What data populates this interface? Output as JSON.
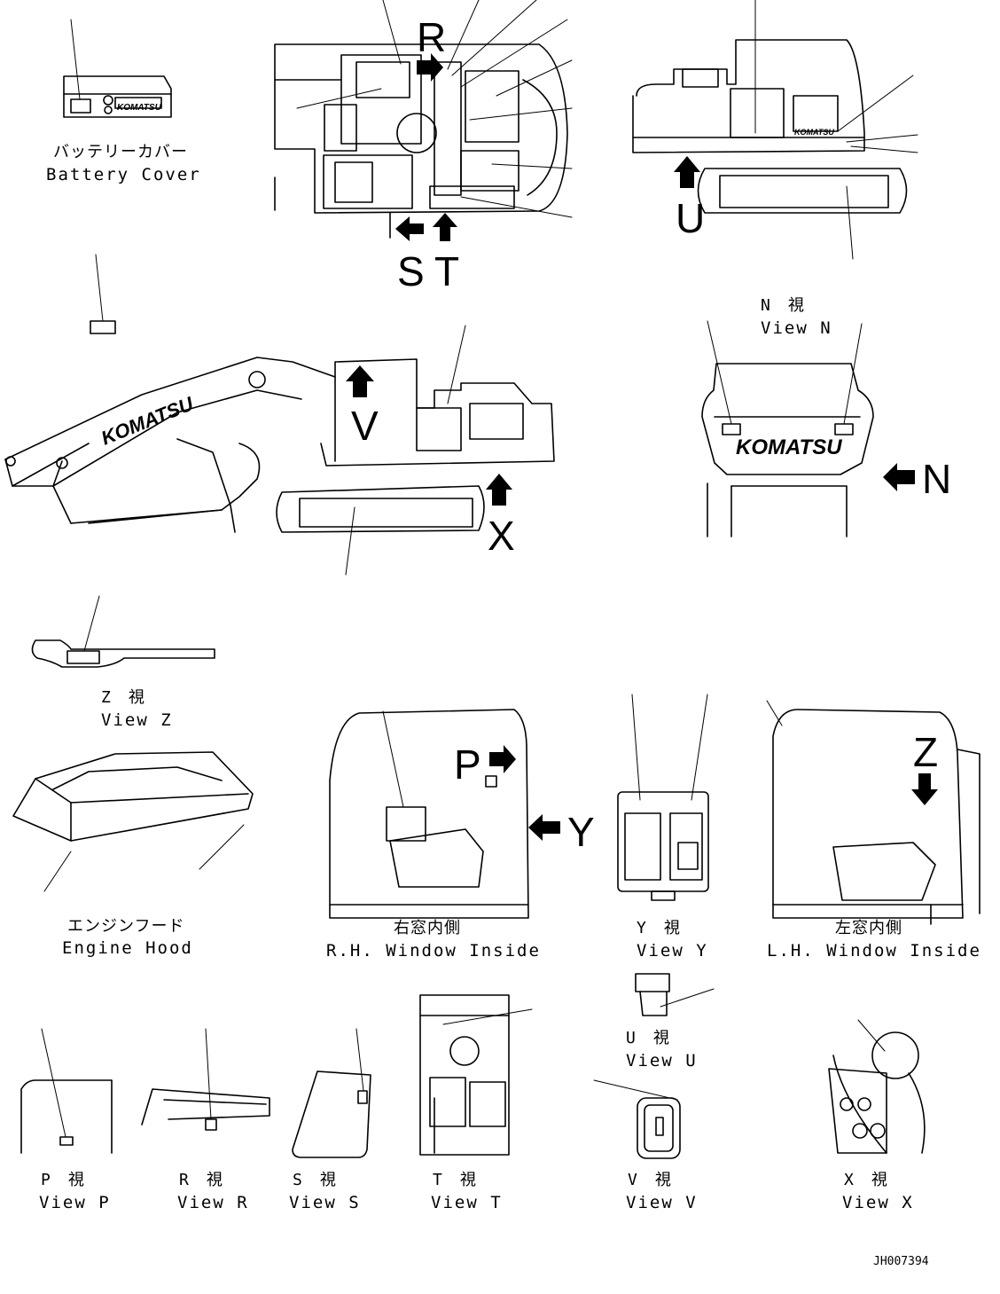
{
  "captions": {
    "battery_cover": {
      "jp": "バッテリーカバー",
      "en": "Battery Cover"
    },
    "view_n": {
      "jp": "N　視",
      "en": "View N"
    },
    "view_z": {
      "jp": "Z　視",
      "en": "View Z"
    },
    "engine_hood": {
      "jp": "エンジンフード",
      "en": "Engine Hood"
    },
    "rh_window": {
      "jp": "右窓内側",
      "en": "R.H.  Window  Inside"
    },
    "view_y": {
      "jp": "Y　視",
      "en": "View Y"
    },
    "lh_window": {
      "jp": "左窓内側",
      "en": "L.H.  Window  Inside"
    },
    "view_u": {
      "jp": "U　視",
      "en": "View U"
    },
    "view_p": {
      "jp": "P　視",
      "en": "View P"
    },
    "view_r": {
      "jp": "R　視",
      "en": "View R"
    },
    "view_s": {
      "jp": "S　視",
      "en": "View S"
    },
    "view_t": {
      "jp": "T　視",
      "en": "View T"
    },
    "view_v": {
      "jp": "V　視",
      "en": "View V"
    },
    "view_x": {
      "jp": "X　視",
      "en": "View X"
    }
  },
  "arrow_letters": {
    "r": "R",
    "s": "S",
    "t": "T",
    "u": "U",
    "v": "V",
    "x": "X",
    "n": "N",
    "p": "P",
    "y": "Y",
    "z": "Z"
  },
  "brand": "KOMATSU",
  "drawing_number": "JH007394"
}
